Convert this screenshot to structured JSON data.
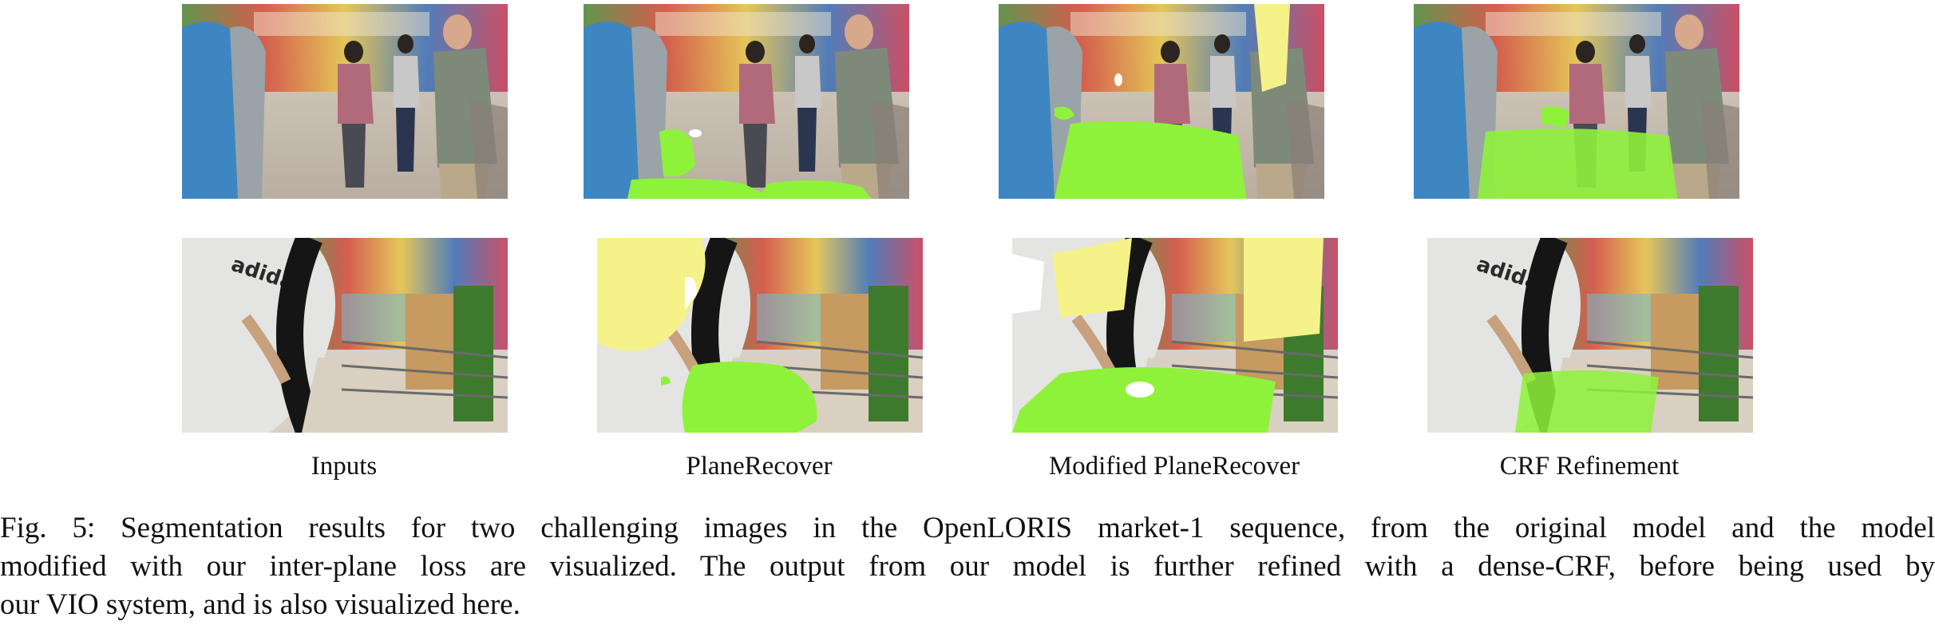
{
  "figure": {
    "columns": [
      "Inputs",
      "PlaneRecover",
      "Modified PlaneRecover",
      "CRF Refinement"
    ],
    "caption_lines": [
      "Fig. 5: Segmentation results for two challenging images in the OpenLORIS market-1 sequence, from the original model and the model",
      "modified with our inter-plane loss are visualized. The output from our model is further refined with a dense-CRF, before being used by",
      "our VIO system, and is also visualized here."
    ],
    "colors": {
      "plane_green": "#8ef23a",
      "plane_yellow": "#f5f28a"
    }
  }
}
